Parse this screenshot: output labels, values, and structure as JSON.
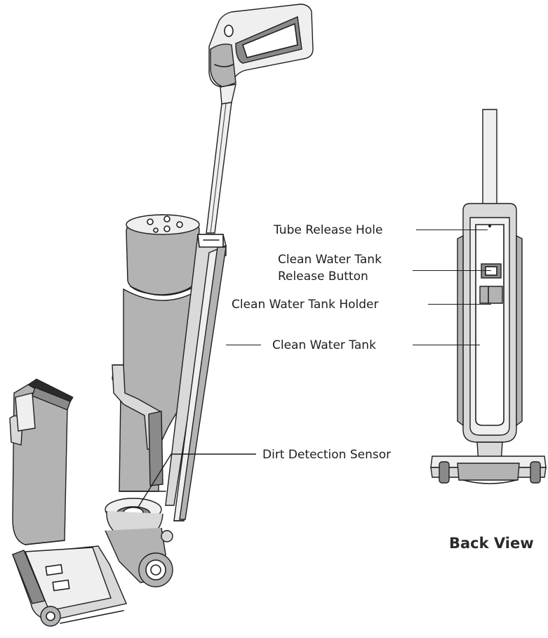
{
  "labels": {
    "tube_release_hole": "Tube Release Hole",
    "clean_water_tank_release_button_line1": "Clean Water Tank",
    "clean_water_tank_release_button_line2": "Release Button",
    "clean_water_tank_holder": "Clean Water Tank Holder",
    "clean_water_tank": "Clean Water Tank",
    "dirt_detection_sensor": "Dirt Detection Sensor"
  },
  "view_title": "Back View"
}
